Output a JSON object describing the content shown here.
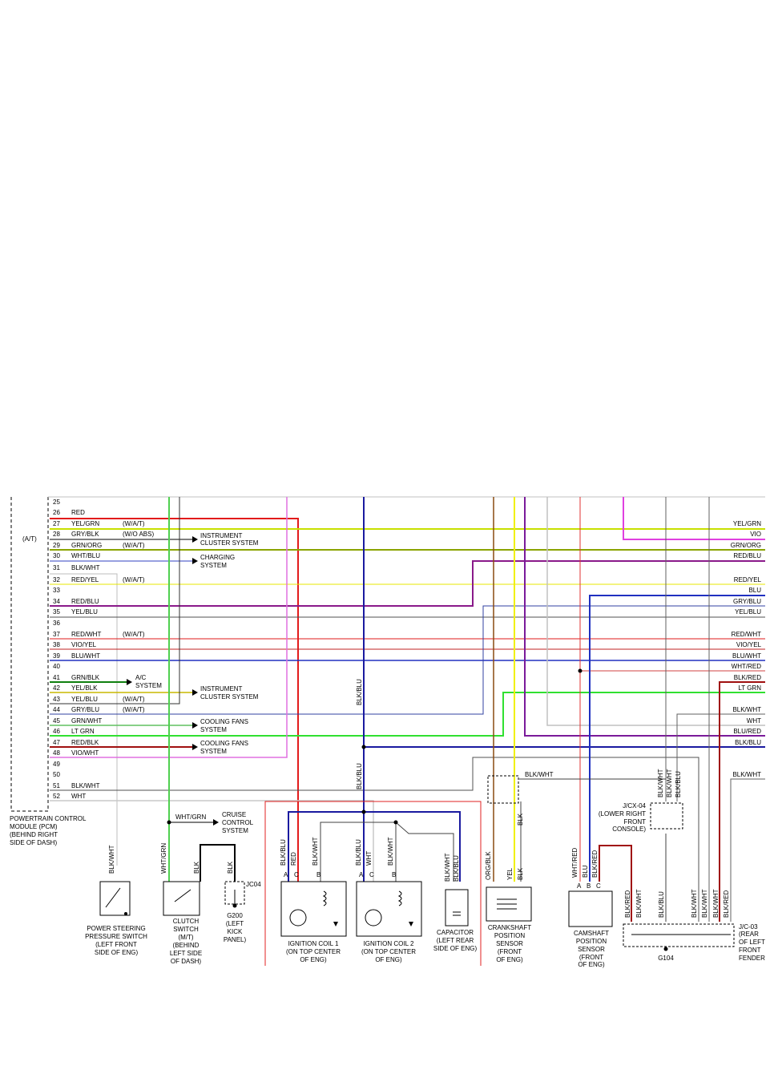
{
  "pcm": {
    "mode_label": "(A/T)",
    "title_lines": [
      "POWERTRAIN CONTROL",
      "MODULE (PCM)",
      "(BEHIND RIGHT",
      "SIDE OF DASH)"
    ],
    "pins": [
      {
        "num": "25",
        "color": "",
        "note": ""
      },
      {
        "num": "26",
        "color": "RED",
        "note": ""
      },
      {
        "num": "27",
        "color": "YEL/GRN",
        "note": "(W/A/T)"
      },
      {
        "num": "28",
        "color": "GRY/BLK",
        "note": "(W/O ABS)"
      },
      {
        "num": "29",
        "color": "GRN/ORG",
        "note": "(W/A/T)"
      },
      {
        "num": "30",
        "color": "WHT/BLU",
        "note": ""
      },
      {
        "num": "31",
        "color": "BLK/WHT",
        "note": ""
      },
      {
        "num": "32",
        "color": "RED/YEL",
        "note": "(W/A/T)"
      },
      {
        "num": "33",
        "color": "",
        "note": ""
      },
      {
        "num": "34",
        "color": "RED/BLU",
        "note": ""
      },
      {
        "num": "35",
        "color": "YEL/BLU",
        "note": ""
      },
      {
        "num": "36",
        "color": "",
        "note": ""
      },
      {
        "num": "37",
        "color": "RED/WHT",
        "note": "(W/A/T)"
      },
      {
        "num": "38",
        "color": "VIO/YEL",
        "note": ""
      },
      {
        "num": "39",
        "color": "BLU/WHT",
        "note": ""
      },
      {
        "num": "40",
        "color": "",
        "note": ""
      },
      {
        "num": "41",
        "color": "GRN/BLK",
        "note": ""
      },
      {
        "num": "42",
        "color": "YEL/BLK",
        "note": ""
      },
      {
        "num": "43",
        "color": "YEL/BLU",
        "note": "(W/A/T)"
      },
      {
        "num": "44",
        "color": "GRY/BLU",
        "note": "(W/A/T)"
      },
      {
        "num": "45",
        "color": "GRN/WHT",
        "note": ""
      },
      {
        "num": "46",
        "color": "LT GRN",
        "note": ""
      },
      {
        "num": "47",
        "color": "RED/BLK",
        "note": ""
      },
      {
        "num": "48",
        "color": "VIO/WHT",
        "note": ""
      },
      {
        "num": "49",
        "color": "",
        "note": ""
      },
      {
        "num": "50",
        "color": "",
        "note": ""
      },
      {
        "num": "51",
        "color": "BLK/WHT",
        "note": ""
      },
      {
        "num": "52",
        "color": "WHT",
        "note": ""
      }
    ]
  },
  "destinations": {
    "instrument_cluster_1": [
      "INSTRUMENT",
      "CLUSTER SYSTEM"
    ],
    "charging": [
      "CHARGING",
      "SYSTEM"
    ],
    "ac": [
      "A/C",
      "SYSTEM"
    ],
    "instrument_cluster_2": [
      "INSTRUMENT",
      "CLUSTER SYSTEM"
    ],
    "cooling_fans_1": [
      "COOLING FANS",
      "SYSTEM"
    ],
    "cooling_fans_2": [
      "COOLING FANS",
      "SYSTEM"
    ],
    "cruise": [
      "CRUISE",
      "CONTROL",
      "SYSTEM"
    ],
    "cruise_wire": "WHT/GRN"
  },
  "right_labels": [
    "YEL/GRN",
    "VIO",
    "GRN/ORG",
    "RED/BLU",
    "RED/YEL",
    "BLU",
    "GRY/BLU",
    "YEL/BLU",
    "RED/WHT",
    "VIO/YEL",
    "BLU/WHT",
    "WHT/RED",
    "BLK/RED",
    "LT GRN",
    "BLK/WHT",
    "WHT",
    "BLU/RED",
    "BLK/BLU",
    "BLK/WHT"
  ],
  "components": {
    "ps_switch": {
      "wire": "BLK/WHT",
      "lines": [
        "POWER STEERING",
        "PRESSURE SWITCH",
        "(LEFT FRONT",
        "SIDE OF ENG)"
      ]
    },
    "clutch": {
      "wire_a": "WHT/GRN",
      "wire_b": "BLK",
      "lines": [
        "CLUTCH",
        "SWITCH",
        "(M/T)",
        "(BEHIND",
        "LEFT SIDE",
        "OF DASH)"
      ]
    },
    "g200": {
      "wire": "BLK",
      "connector": "JC04",
      "lines": [
        "G200",
        "(LEFT",
        "KICK",
        "PANEL)"
      ]
    },
    "coil1": {
      "wires": [
        "BLK/BLU",
        "RED",
        "BLK/WHT"
      ],
      "pins": [
        "A",
        "C",
        "B"
      ],
      "lines": [
        "IGNITION COIL 1",
        "(ON TOP CENTER",
        "OF ENG)"
      ]
    },
    "coil2": {
      "wires": [
        "BLK/BLU",
        "WHT",
        "BLK/WHT"
      ],
      "pins": [
        "A",
        "C",
        "B"
      ],
      "lines": [
        "IGNITION COIL 2",
        "(ON TOP CENTER",
        "OF ENG)"
      ]
    },
    "capacitor": {
      "wires": [
        "BLK/WHT",
        "BLK/BLU"
      ],
      "lines": [
        "CAPACITOR",
        "(LEFT REAR",
        "SIDE OF ENG)"
      ]
    },
    "crank": {
      "wires": [
        "ORG/BLK",
        "YEL",
        "BLK"
      ],
      "lines": [
        "CRANKSHAFT",
        "POSITION",
        "SENSOR",
        "(FRONT",
        "OF ENG)"
      ]
    },
    "cam": {
      "wires": [
        "WHT/RED",
        "BLU",
        "BLK/RED"
      ],
      "pins": [
        "A",
        "B",
        "C"
      ],
      "lines": [
        "CAMSHAFT",
        "POSITION",
        "SENSOR",
        "(FRONT",
        "OF ENG)"
      ]
    },
    "jcx04": {
      "lines": [
        "J/CX-04",
        "(LOWER RIGHT",
        "FRONT",
        "CONSOLE)"
      ],
      "wires": [
        "BLK/WHT",
        "BLK/WHT",
        "BLK/BLU"
      ]
    },
    "jc03": {
      "lines": [
        "J/C-03",
        "(REAR",
        "OF LEFT",
        "FRONT",
        "FENDER"
      ]
    },
    "g104": "G104",
    "g104_wires": [
      "BLK/RED",
      "BLK/WHT",
      "BLK/BLU",
      "BLK/WHT",
      "BLK/WHT",
      "BLK/WHT",
      "BLK/RED"
    ],
    "blk_blu_vertical": "BLK/BLU",
    "blk_wht_top": "BLK/WHT"
  }
}
